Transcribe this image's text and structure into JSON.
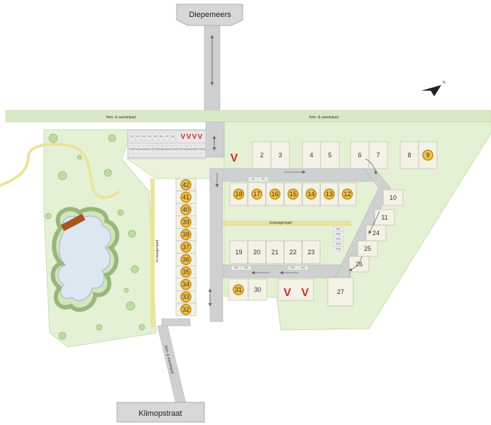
{
  "streets": {
    "north": "Diepemeers",
    "south": "Klimopstraat"
  },
  "paths": {
    "fiets_wandelpad": "fiets- & wandelpad",
    "kruiwagenpad": "kruiwagenpad"
  },
  "north_arrow": "N",
  "lots": {
    "top_row": [
      "2",
      "3",
      "4",
      "5",
      "6",
      "7",
      "8"
    ],
    "top_row_highlight": [
      "9"
    ],
    "middle_row_highlight": [
      "18",
      "17",
      "16",
      "15",
      "14",
      "13",
      "12"
    ],
    "lower_row": [
      "19",
      "20",
      "21",
      "22",
      "23"
    ],
    "west_column_highlight": [
      "42",
      "41",
      "40",
      "39",
      "38",
      "37",
      "36",
      "35",
      "34",
      "33",
      "32"
    ],
    "bottom_highlight": [
      "31"
    ],
    "bottom": [
      "30",
      "27"
    ],
    "east": [
      "10",
      "11",
      "24",
      "25",
      "26"
    ]
  },
  "parking": {
    "row_a": [
      "P1",
      "P2",
      "P3",
      "P4",
      "P5",
      "P6",
      "P7",
      "P8"
    ],
    "row_b": [
      "P13",
      "P14",
      "P15",
      "P16",
      "P17",
      "P18",
      "P19",
      "P20",
      "P21",
      "P22",
      "P23",
      "P24",
      "P25",
      "P26",
      "P27",
      "P28"
    ],
    "street_top": [
      "P1",
      "P2",
      "P3",
      "P4"
    ],
    "street_bottom": [
      "P10",
      "P11",
      "P12",
      "P13",
      "P14"
    ],
    "east_stack": [
      "P11",
      "P12",
      "P13",
      "P14",
      "P15"
    ],
    "south": [
      "P21",
      "P22"
    ]
  },
  "sold_marker": "V",
  "colors": {
    "grass": "#e4f1d4",
    "grass_dark": "#cfe5b8",
    "road": "#cfd0d2",
    "lot": "#f4f2e6",
    "lot_border": "#b9b7a6",
    "highlight_fill": "#f0c24a",
    "highlight_ring": "#c48b14",
    "sold_red": "#d12a2a",
    "water": "#dde7f2",
    "path_yellow": "#ece39a",
    "sign": "#d6d7d8"
  }
}
